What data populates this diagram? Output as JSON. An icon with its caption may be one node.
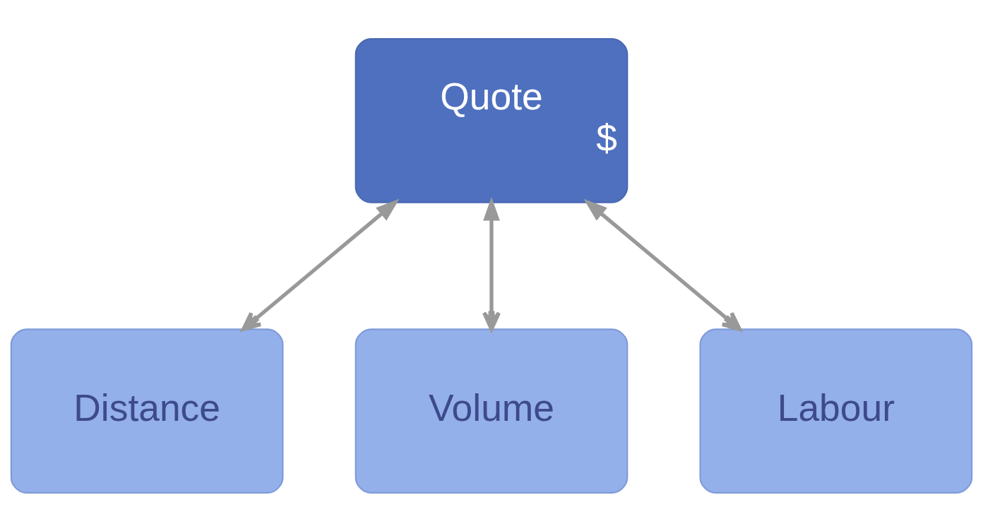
{
  "diagram": {
    "nodes": [
      {
        "text": [
          "Quote",
          "$"
        ]
      },
      {
        "text": [
          "Distance"
        ]
      },
      {
        "text": [
          "Volume"
        ]
      },
      {
        "text": [
          "Labour"
        ]
      }
    ],
    "edges": [
      {
        "from": 0,
        "to": 1,
        "arrow": "both"
      },
      {
        "from": 0,
        "to": 2,
        "arrow": "both"
      },
      {
        "from": 0,
        "to": 3,
        "arrow": "both"
      }
    ]
  }
}
